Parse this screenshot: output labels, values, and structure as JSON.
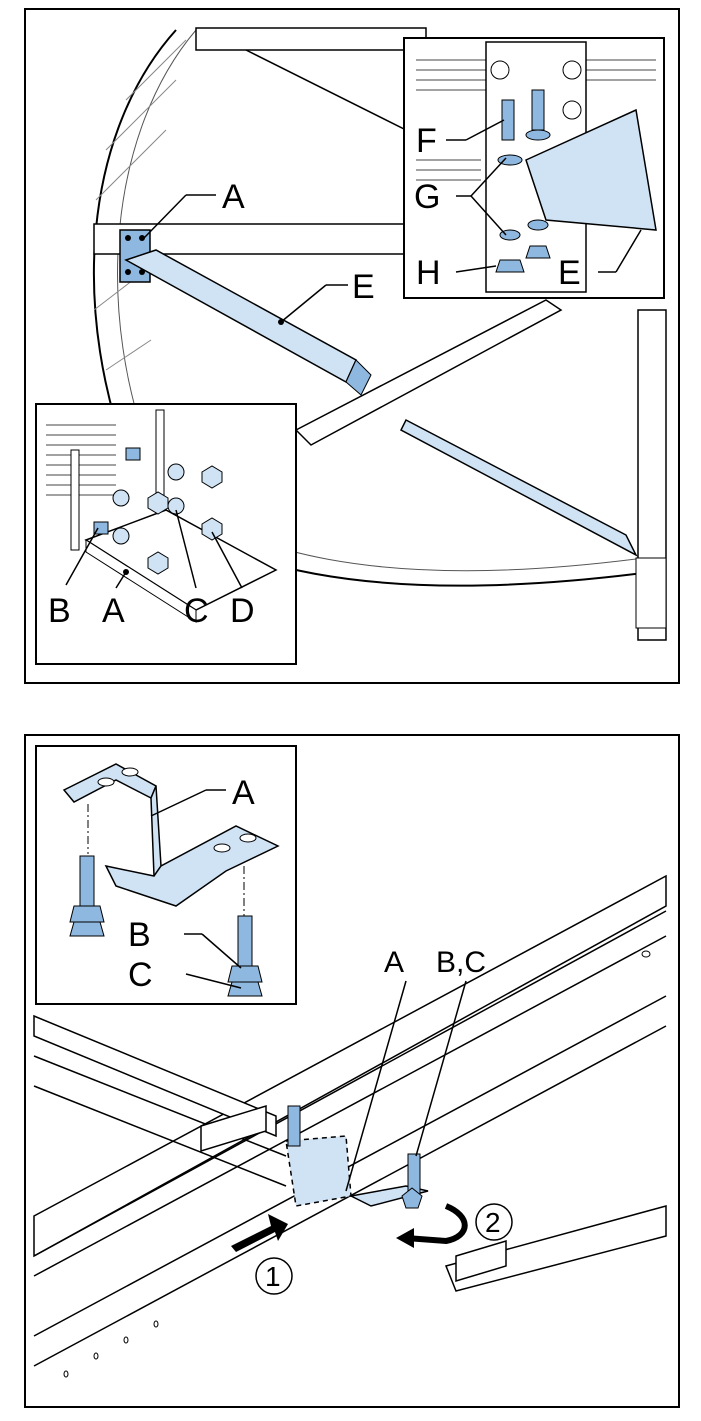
{
  "top_panel": {
    "labels": {
      "A": "A",
      "E": "E",
      "inset_top": {
        "F": "F",
        "G": "G",
        "H": "H",
        "E": "E"
      },
      "inset_bottom": {
        "B": "B",
        "A": "A",
        "C": "C",
        "D": "D"
      }
    }
  },
  "bottom_panel": {
    "labels": {
      "inset": {
        "A": "A",
        "B": "B",
        "C": "C"
      },
      "main_A": "A",
      "main_BC": "B,C",
      "step1": "1",
      "step2": "2"
    }
  },
  "colors": {
    "part_fill": "#cfe3f5",
    "part_dark": "#8fb8e0",
    "line": "#000000"
  }
}
